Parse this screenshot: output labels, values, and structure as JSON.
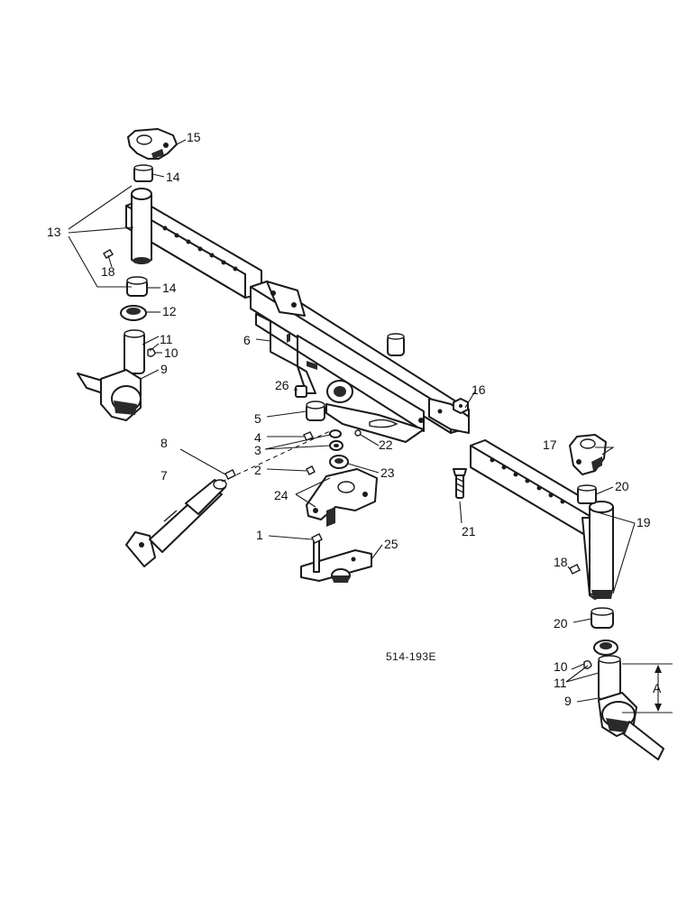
{
  "drawing_code": "514-193E",
  "dimension_label": "A",
  "callouts": {
    "c1": "1",
    "c2": "2",
    "c3": "3",
    "c4": "4",
    "c5": "5",
    "c6": "6",
    "c7": "7",
    "c8": "8",
    "c9_left": "9",
    "c9_right": "9",
    "c10_left": "10",
    "c10_right": "10",
    "c11_left": "11",
    "c11_right": "11",
    "c12": "12",
    "c13": "13",
    "c14_top": "14",
    "c14_bottom": "14",
    "c15": "15",
    "c16": "16",
    "c17": "17",
    "c18_left": "18",
    "c18_right": "18",
    "c19": "19",
    "c20_top": "20",
    "c20_bottom": "20",
    "c21": "21",
    "c22": "22",
    "c23": "23",
    "c24": "24",
    "c25": "25",
    "c26": "26"
  }
}
